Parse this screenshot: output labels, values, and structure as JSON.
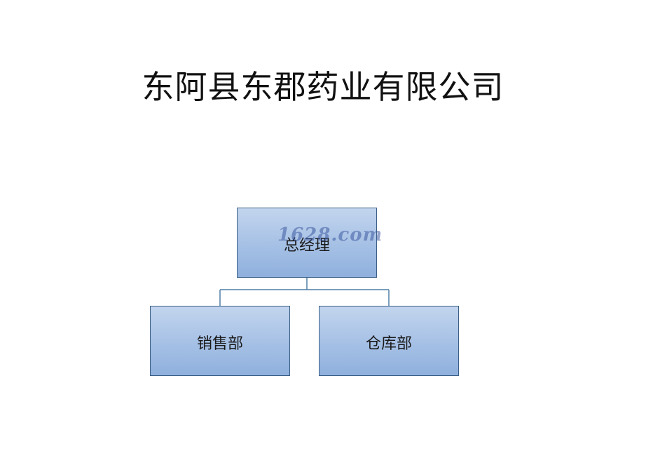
{
  "slide": {
    "title": "东阿县东郡药业有限公司"
  },
  "org_chart": {
    "root": {
      "label": "总经理"
    },
    "children": [
      {
        "label": "销售部"
      },
      {
        "label": "仓库部"
      }
    ]
  },
  "watermark": {
    "text": "1628.com"
  },
  "colors": {
    "node_border": "#3a5f86",
    "node_fill_top": "#c3d5ee",
    "node_fill_bottom": "#8fb0dd",
    "connector": "#4f7fa6"
  }
}
